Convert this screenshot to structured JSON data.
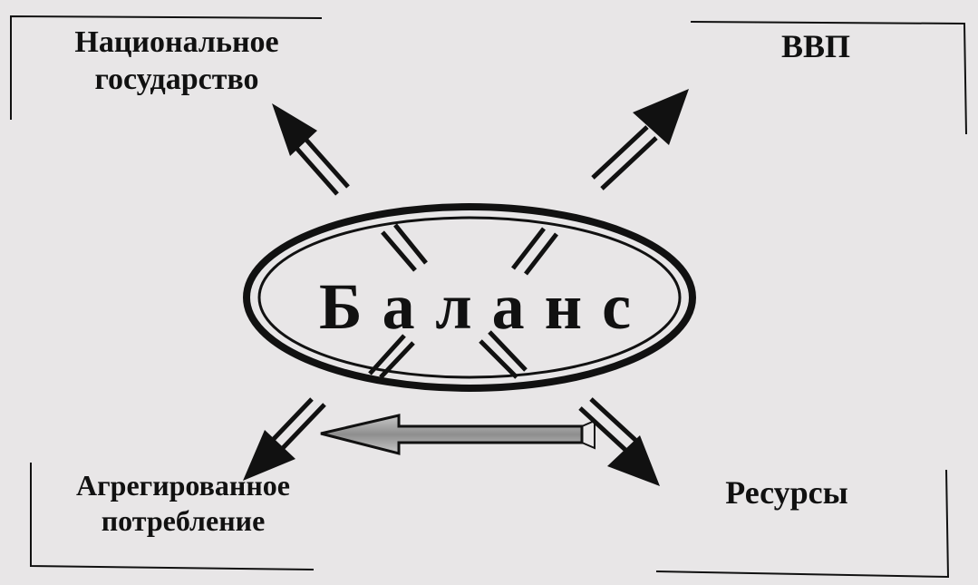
{
  "nodes": {
    "center": "Баланс",
    "top_left": "Национальное государство",
    "top_right": "ВВП",
    "bottom_left": "Агрегированное потребление",
    "bottom_right": "Ресурсы"
  },
  "colors": {
    "background": "#e8e6e7",
    "ink": "#111111",
    "link_arrow_fill": "#9a9a9a"
  }
}
